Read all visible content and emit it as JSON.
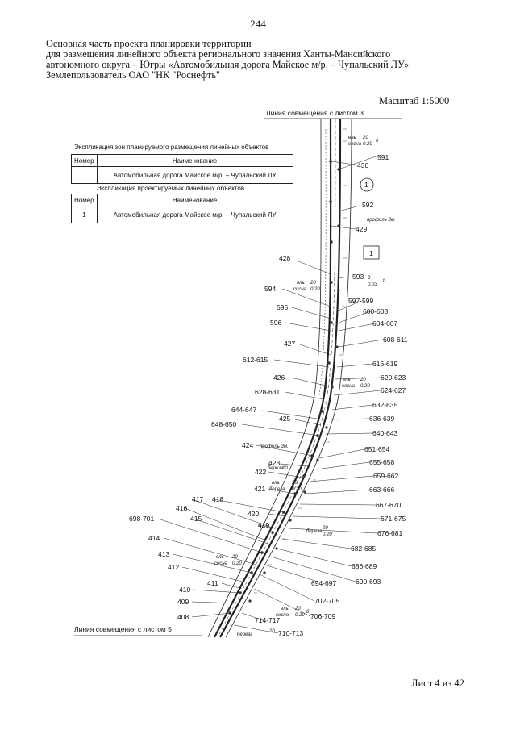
{
  "page_number": "244",
  "header": {
    "line1": "Основная часть проекта планировки территории",
    "line2": "для размещения линейного объекта регионального значения Ханты-Мансийского",
    "line3": "автономного округа – Югры  «Автомобильная дорога Майское м/р. – Чупальский ЛУ»",
    "line4": "Землепользователь ОАО \"НК \"Роснефть\""
  },
  "scale": "Масштаб 1:5000",
  "sheet_line_top": "Линия совмещения с листом 3",
  "sheet_line_bottom": "Линия совмещения с листом 5",
  "footer": "Лист 4 из 42",
  "table_zones": {
    "caption": "Экспликация зон планируемого размещения линейных объектов",
    "col_num": "Номер",
    "col_name": "Наименование",
    "rows": [
      {
        "num": "",
        "name": "Автомобильная дорога Майское м/р. – Чупальский ЛУ"
      }
    ]
  },
  "table_objects": {
    "caption": "Экспликация проектируемых линейных объектов",
    "col_num": "Номер",
    "col_name": "Наименование",
    "rows": [
      {
        "num": "1",
        "name": "Автомобильная дорога Майское м/р. – Чупальский ЛУ"
      }
    ]
  },
  "markers": {
    "circle": "1",
    "square": "1"
  },
  "labels": {
    "l591": "591",
    "l430": "430",
    "l592": "592",
    "l429": "429",
    "l428": "428",
    "l593": "593",
    "l594": "594",
    "l597": "597-599",
    "l595": "595",
    "l600": "600-603",
    "l596": "596",
    "l604": "604-607",
    "l608": "608-611",
    "l427": "427",
    "l612": "612-615",
    "l616": "616-619",
    "l426": "426",
    "l620": "620-623",
    "l628": "628-631",
    "l624": "624-627",
    "l632": "632-635",
    "l644": "644-647",
    "l425": "425",
    "l636": "636-639",
    "l648": "648-650",
    "l640": "640-643",
    "l424": "424",
    "l651": "651-654",
    "l423": "423",
    "l655": "655-658",
    "l422": "422",
    "l659": "659-662",
    "l421": "421",
    "l663": "663-666",
    "l417": "417",
    "l418": "418",
    "l667": "667-670",
    "l416": "416",
    "l420": "420",
    "l671": "671-675",
    "l698": "698-701",
    "l415": "415",
    "l419": "419",
    "l676": "676-681",
    "l414": "414",
    "l682": "682-685",
    "l413": "413",
    "l686": "686-689",
    "l412": "412",
    "l690": "690-693",
    "l694": "694-697",
    "l411": "411",
    "l410": "410",
    "l702": "702-705",
    "l409": "409",
    "l706": "706-709",
    "l408": "408",
    "l714": "714-717",
    "l710": "710-713"
  },
  "small_annotations": {
    "a1": "ель",
    "a2": "сосна",
    "a3": "20",
    "a4": "0.20",
    "a5": "6",
    "a6": "профиль 3м.",
    "a7": "3",
    "a8": "0.03",
    "a9": "1",
    "a10": "береза",
    "a11": "10",
    "a12": "8"
  }
}
